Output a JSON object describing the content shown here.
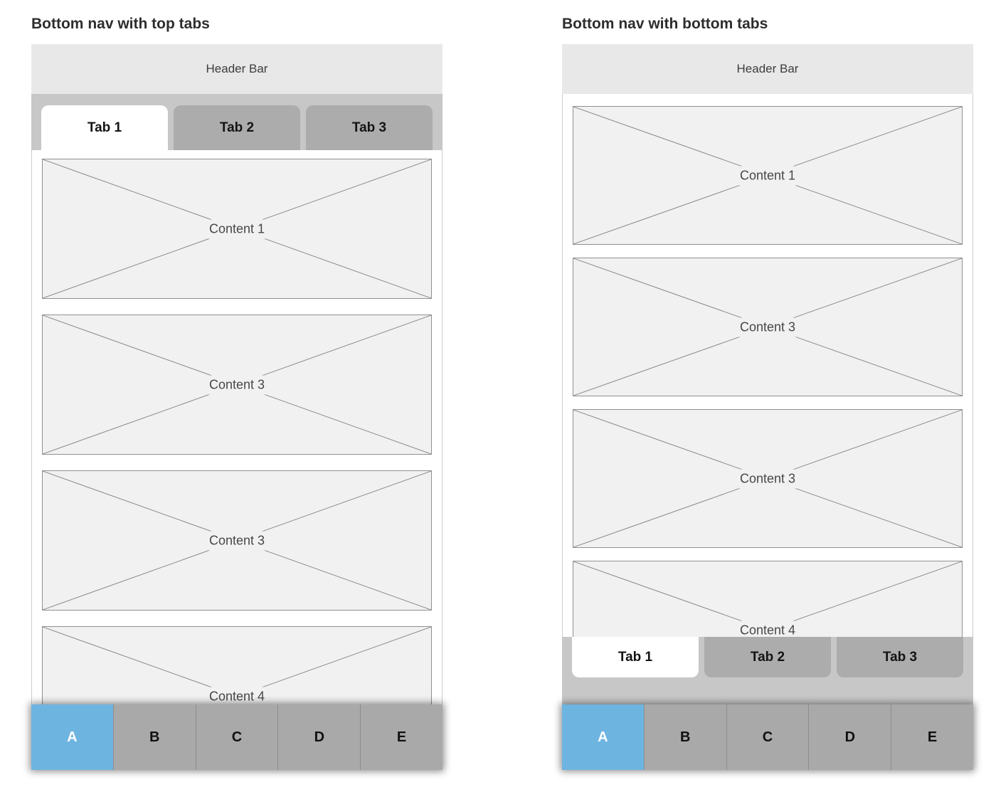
{
  "colors": {
    "accent_blue": "#6eb4e1",
    "header_bg": "#e8e8e8",
    "tabbar_bg": "#c7c7c7",
    "tab_inactive_bg": "#acacac",
    "nav_item_bg": "#a9a9a9",
    "placeholder_bg": "#f1f1f1"
  },
  "sections": [
    {
      "title": "Bottom nav with top tabs",
      "tabs_position": "top",
      "header": {
        "title": "Header Bar"
      },
      "tabs": [
        {
          "label": "Tab 1",
          "active": true
        },
        {
          "label": "Tab 2",
          "active": false
        },
        {
          "label": "Tab 3",
          "active": false
        }
      ],
      "contents": [
        {
          "label": "Content 1"
        },
        {
          "label": "Content 3"
        },
        {
          "label": "Content 3"
        },
        {
          "label": "Content 4"
        }
      ],
      "nav": [
        {
          "label": "A",
          "active": true
        },
        {
          "label": "B",
          "active": false
        },
        {
          "label": "C",
          "active": false
        },
        {
          "label": "D",
          "active": false
        },
        {
          "label": "E",
          "active": false
        }
      ]
    },
    {
      "title": "Bottom nav with bottom tabs",
      "tabs_position": "bottom",
      "header": {
        "title": "Header Bar"
      },
      "tabs": [
        {
          "label": "Tab 1",
          "active": true
        },
        {
          "label": "Tab 2",
          "active": false
        },
        {
          "label": "Tab 3",
          "active": false
        }
      ],
      "contents": [
        {
          "label": "Content 1"
        },
        {
          "label": "Content 3"
        },
        {
          "label": "Content 3"
        },
        {
          "label": "Content 4"
        }
      ],
      "nav": [
        {
          "label": "A",
          "active": true
        },
        {
          "label": "B",
          "active": false
        },
        {
          "label": "C",
          "active": false
        },
        {
          "label": "D",
          "active": false
        },
        {
          "label": "E",
          "active": false
        }
      ]
    }
  ]
}
